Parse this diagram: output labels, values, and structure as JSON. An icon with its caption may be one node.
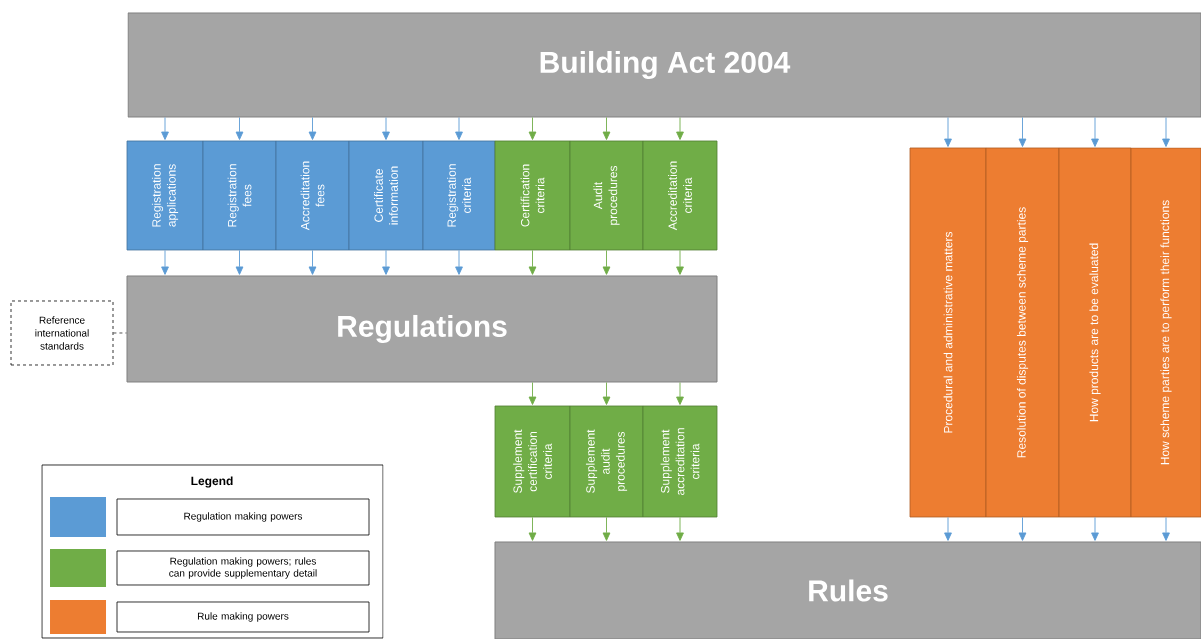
{
  "diagram": {
    "nodes": [
      {
        "text": [
          "Building Act 2004"
        ]
      },
      {
        "text": [
          "Registration applications"
        ]
      },
      {
        "text": [
          "Registration fees"
        ]
      },
      {
        "text": [
          "Accreditation fees"
        ]
      },
      {
        "text": [
          "Certificate information"
        ]
      },
      {
        "text": [
          "Registration criteria"
        ]
      },
      {
        "text": [
          "Certification criteria"
        ]
      },
      {
        "text": [
          "Audit procedures"
        ]
      },
      {
        "text": [
          "Accreditation criteria"
        ]
      },
      {
        "text": [
          "Regulations"
        ]
      },
      {
        "text": [
          "Reference international standards"
        ]
      },
      {
        "text": [
          "Supplement certification criteria"
        ]
      },
      {
        "text": [
          "Supplement audit procedures"
        ]
      },
      {
        "text": [
          "Supplement accreditation criteria"
        ]
      },
      {
        "text": [
          "Procedural and administrative matters"
        ]
      },
      {
        "text": [
          "Resolution of disputes between scheme parties"
        ]
      },
      {
        "text": [
          "How products are to be evaluated"
        ]
      },
      {
        "text": [
          "How scheme parties are to perform their functions"
        ]
      },
      {
        "text": [
          "Rules"
        ]
      }
    ],
    "edges": [
      {
        "from": 0,
        "to": 1,
        "arrow": "to"
      },
      {
        "from": 0,
        "to": 2,
        "arrow": "to"
      },
      {
        "from": 0,
        "to": 3,
        "arrow": "to"
      },
      {
        "from": 0,
        "to": 4,
        "arrow": "to"
      },
      {
        "from": 0,
        "to": 5,
        "arrow": "to"
      },
      {
        "from": 0,
        "to": 6,
        "arrow": "to",
        "color": "#70ad47"
      },
      {
        "from": 0,
        "to": 7,
        "arrow": "to",
        "color": "#70ad47"
      },
      {
        "from": 0,
        "to": 8,
        "arrow": "to",
        "color": "#70ad47"
      },
      {
        "from": 0,
        "to": 14,
        "arrow": "to"
      },
      {
        "from": 0,
        "to": 15,
        "arrow": "to"
      },
      {
        "from": 0,
        "to": 16,
        "arrow": "to"
      },
      {
        "from": 0,
        "to": 17,
        "arrow": "to"
      },
      {
        "from": 1,
        "to": 9,
        "arrow": "to"
      },
      {
        "from": 2,
        "to": 9,
        "arrow": "to"
      },
      {
        "from": 3,
        "to": 9,
        "arrow": "to"
      },
      {
        "from": 4,
        "to": 9,
        "arrow": "to"
      },
      {
        "from": 5,
        "to": 9,
        "arrow": "to"
      },
      {
        "from": 6,
        "to": 9,
        "arrow": "to",
        "color": "#70ad47"
      },
      {
        "from": 7,
        "to": 9,
        "arrow": "to",
        "color": "#70ad47"
      },
      {
        "from": 8,
        "to": 9,
        "arrow": "to",
        "color": "#70ad47"
      },
      {
        "from": 10,
        "to": 9,
        "arrow": "none",
        "style": "dashed",
        "color": "#404040"
      },
      {
        "from": 9,
        "to": 11,
        "arrow": "to",
        "color": "#70ad47"
      },
      {
        "from": 9,
        "to": 12,
        "arrow": "to",
        "color": "#70ad47"
      },
      {
        "from": 9,
        "to": 13,
        "arrow": "to",
        "color": "#70ad47"
      },
      {
        "from": 11,
        "to": 18,
        "arrow": "to",
        "color": "#70ad47"
      },
      {
        "from": 12,
        "to": 18,
        "arrow": "to",
        "color": "#70ad47"
      },
      {
        "from": 13,
        "to": 18,
        "arrow": "to",
        "color": "#70ad47"
      },
      {
        "from": 14,
        "to": 18,
        "arrow": "to"
      },
      {
        "from": 15,
        "to": 18,
        "arrow": "to"
      },
      {
        "from": 16,
        "to": 18,
        "arrow": "to"
      },
      {
        "from": 17,
        "to": 18,
        "arrow": "to"
      }
    ],
    "labels": [
      "Legend"
    ],
    "legend": [
      {
        "text": "Regulation making powers",
        "color": "#5b9bd5"
      },
      {
        "text": "Regulation making powers; rules can provide supplementary detail",
        "color": "#70ad47"
      },
      {
        "text": "Rule making powers",
        "color": "#ed7d31"
      }
    ]
  }
}
